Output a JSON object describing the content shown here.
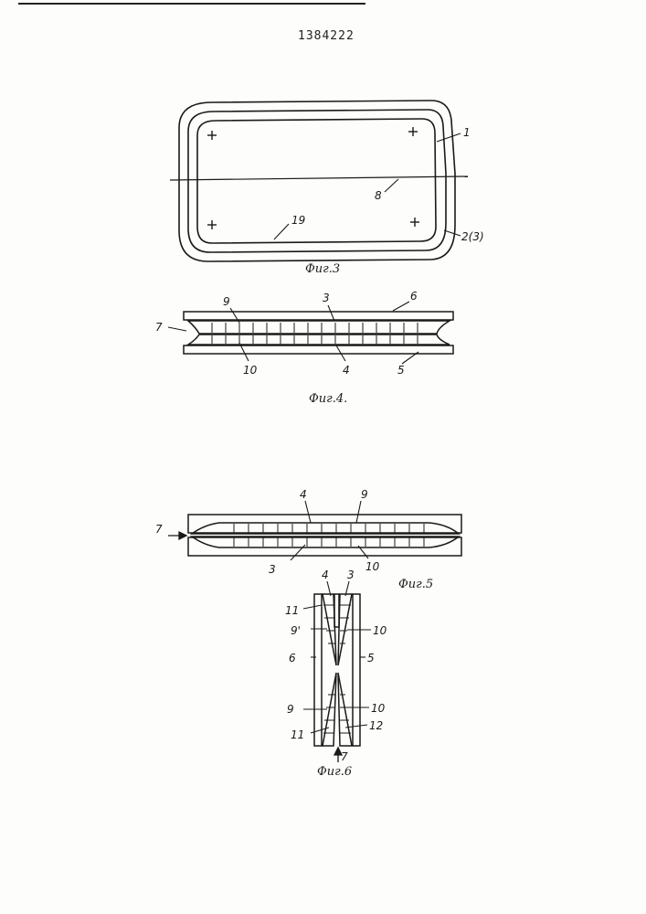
{
  "header": {
    "doc_number": "1384222"
  },
  "fig3": {
    "label_1": "1",
    "label_8": "8",
    "label_19": "19",
    "label_2_3": "2(3)",
    "caption": "Фиг.3"
  },
  "fig4": {
    "label_7": "7",
    "label_9": "9",
    "label_3": "3",
    "label_6": "6",
    "label_10": "10",
    "label_4": "4",
    "label_5": "5",
    "caption": "Фиг.4."
  },
  "fig5": {
    "label_4": "4",
    "label_9": "9",
    "label_7": "7",
    "label_3": "3",
    "label_10": "10",
    "caption": "Фиг.5"
  },
  "fig6": {
    "label_4": "4",
    "label_3": "3",
    "label_11_top": "11",
    "label_9_top": "9'",
    "label_10_top": "10",
    "label_6": "6",
    "label_5": "5",
    "label_9_bottom": "9",
    "label_10_bottom": "10",
    "label_12": "12",
    "label_11_bottom": "11",
    "label_7": "7",
    "caption": "Фиг.6"
  }
}
